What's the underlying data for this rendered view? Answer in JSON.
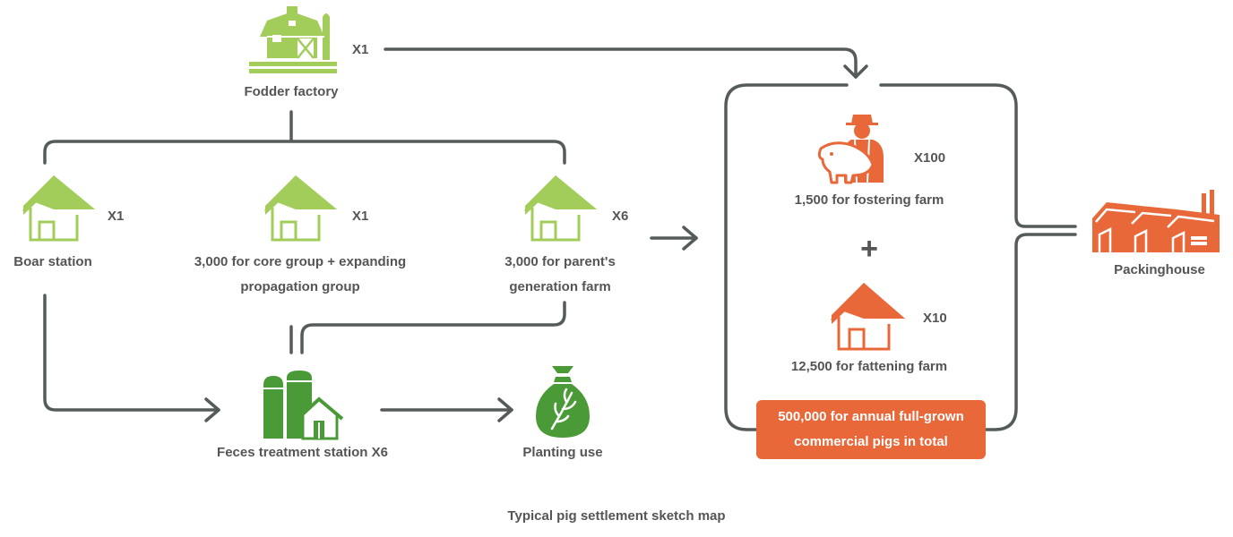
{
  "nodes": {
    "fodder_factory": {
      "label": "Fodder factory",
      "count": "X1"
    },
    "boar_station": {
      "label": "Boar station",
      "count": "X1"
    },
    "core_group": {
      "label_line1": "3,000 for core group + expanding",
      "label_line2": "propagation group",
      "count": "X1"
    },
    "parent_farm": {
      "label_line1": "3,000 for parent's",
      "label_line2": "generation farm",
      "count": "X6"
    },
    "feces_station": {
      "label": "Feces treatment station X6"
    },
    "planting_use": {
      "label": "Planting use"
    },
    "fostering_farm": {
      "label": "1,500 for fostering farm",
      "count": "X100"
    },
    "fattening_farm": {
      "label": "12,500 for fattening farm",
      "count": "X10"
    },
    "packinghouse": {
      "label": "Packinghouse"
    }
  },
  "plus_sign": "+",
  "summary": {
    "line1": "500,000 for annual full-grown",
    "line2": "commercial pigs in total"
  },
  "caption": "Typical pig settlement sketch map",
  "colors": {
    "green": "#a2cd5a",
    "dark_green": "#4a9a38",
    "orange": "#e8683a",
    "line": "#555b58",
    "text": "#555555"
  },
  "icons": [
    "barn-icon",
    "house-icon",
    "silo-barn-icon",
    "seed-bag-icon",
    "farmer-pig-icon",
    "factory-icon"
  ]
}
